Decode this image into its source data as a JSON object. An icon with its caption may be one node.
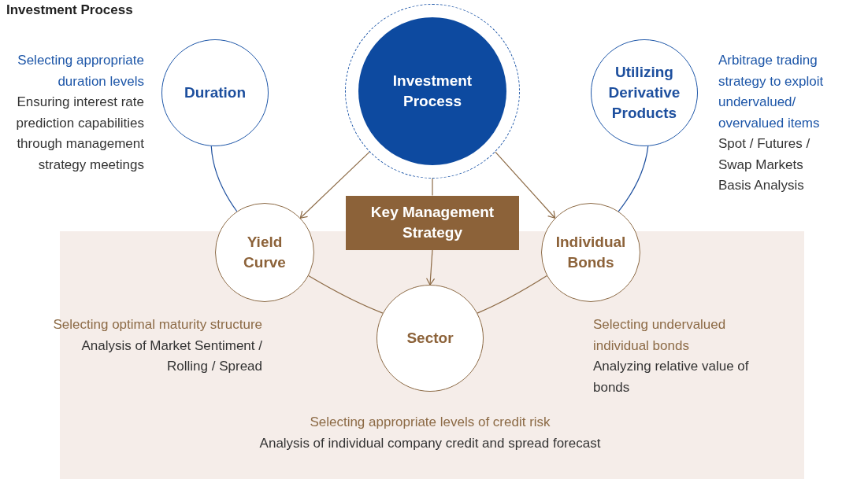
{
  "diagram": {
    "title": "Investment Process",
    "nodes": [
      {
        "text": [
          "Investment Process"
        ]
      },
      {
        "text": [
          "Duration"
        ],
        "beside": [
          "Selecting appropriate duration levels",
          "Ensuring interest rate prediction capabilities through management strategy meetings"
        ]
      },
      {
        "text": [
          "Utilizing Derivative Products"
        ],
        "beside": [
          "Arbitrage trading strategy to exploit undervalued/ overvalued items",
          "Spot / Futures / Swap Markets",
          "Basis Analysis"
        ]
      },
      {
        "text": [
          "Key Management Strategy"
        ]
      },
      {
        "text": [
          "Yield Curve"
        ],
        "beside": [
          "Selecting optimal maturity structure",
          "Analysis of Market Sentiment / Rolling / Spread"
        ]
      },
      {
        "text": [
          "Individual Bonds"
        ],
        "beside": [
          "Selecting undervalued individual bonds",
          "Analyzing relative value of bonds"
        ]
      },
      {
        "text": [
          "Sector"
        ],
        "beside": [
          "Selecting appropriate levels of credit risk",
          "Analysis of individual company credit and spread forecast"
        ]
      }
    ],
    "edges": [
      {
        "from": 0,
        "to": 4,
        "arrow": "to"
      },
      {
        "from": 0,
        "to": 5,
        "arrow": "to"
      },
      {
        "from": 0,
        "to": 3,
        "arrow": "none"
      },
      {
        "from": 3,
        "to": 6,
        "arrow": "to"
      },
      {
        "from": 1,
        "to": 4,
        "arrow": "none",
        "color": "#1d4f9e"
      },
      {
        "from": 2,
        "to": 5,
        "arrow": "none",
        "color": "#1d4f9e"
      },
      {
        "from": 4,
        "to": 6,
        "arrow": "none"
      },
      {
        "from": 5,
        "to": 6,
        "arrow": "none"
      }
    ]
  }
}
